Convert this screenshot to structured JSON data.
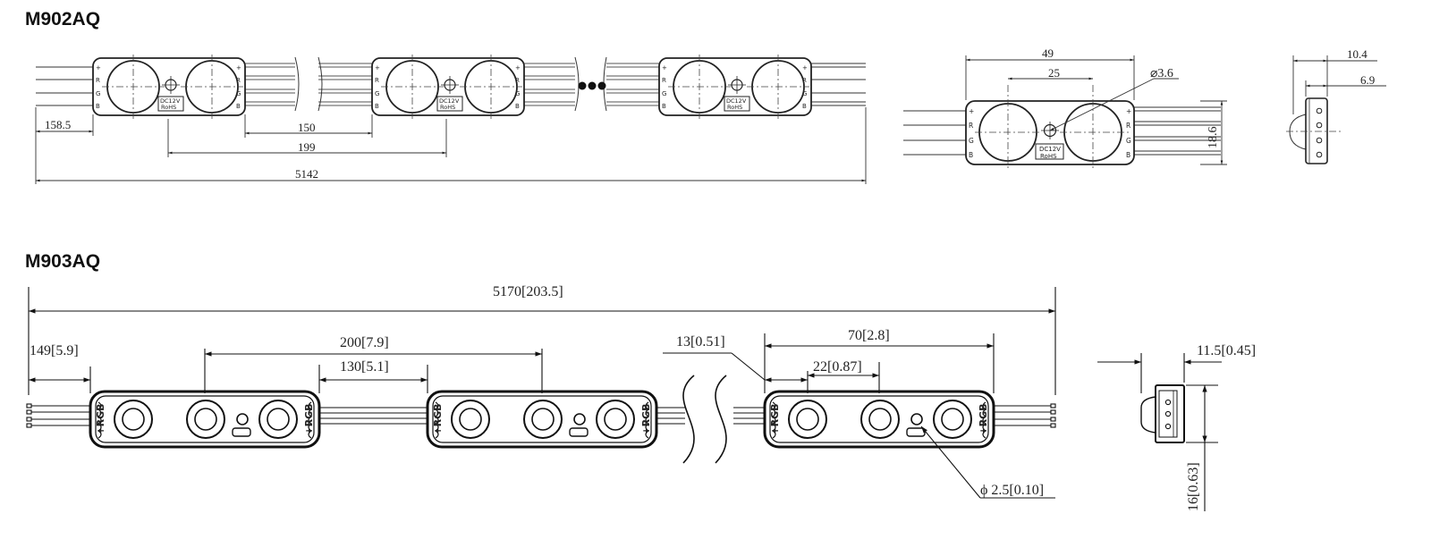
{
  "titles": {
    "m902": "M902AQ",
    "m903": "M903AQ"
  },
  "m902": {
    "dims": {
      "lead": "158.5",
      "gap": "150",
      "pitch": "199",
      "total": "5142",
      "width": "49",
      "lens_pitch": "25",
      "hole": "⌀3.6",
      "height": "18.6",
      "depth_total": "10.4",
      "depth_body": "6.9"
    },
    "pins": [
      "+",
      "R",
      "G",
      "B"
    ],
    "label_line1": "DC12V",
    "label_line2": "RoHS"
  },
  "m903": {
    "dims": {
      "total": "5170[203.5]",
      "lead": "149[5.9]",
      "pitch": "200[7.9]",
      "gap": "130[5.1]",
      "edge": "13[0.51]",
      "length": "70[2.8]",
      "lens_pitch": "22[0.87]",
      "hole": "ϕ 2.5[0.10]",
      "depth": "11.5[0.45]",
      "height": "16[0.63]"
    },
    "pin_label": "+RGB"
  }
}
